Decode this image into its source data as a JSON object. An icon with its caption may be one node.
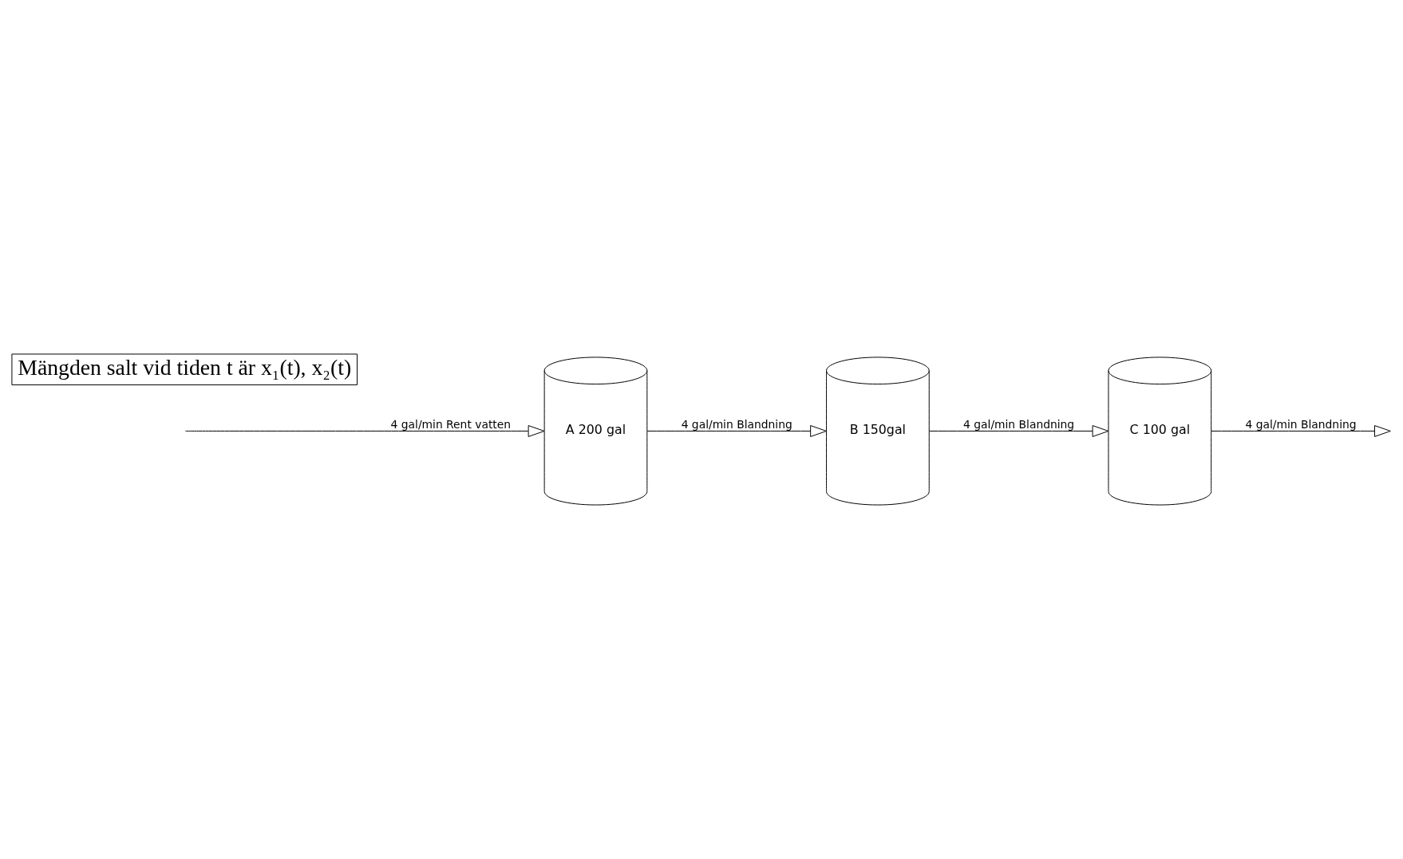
{
  "diagram": {
    "nodes": [
      {
        "text": [
          "A 200 gal"
        ]
      },
      {
        "text": [
          "B 150gal"
        ]
      },
      {
        "text": [
          "C 100 gal"
        ]
      }
    ],
    "edges": [
      {
        "from": null,
        "to": 0,
        "arrow": "to",
        "label": "4 gal/min Rent vatten"
      },
      {
        "from": 0,
        "to": 1,
        "arrow": "to",
        "label": "4 gal/min Blandning"
      },
      {
        "from": 1,
        "to": 2,
        "arrow": "to",
        "label": "4 gal/min Blandning"
      },
      {
        "from": 2,
        "to": null,
        "arrow": "to",
        "label": "4 gal/min Blandning"
      }
    ],
    "labels": [
      "Mängden salt vid tiden t är x₁(t), x₂(t)"
    ]
  }
}
